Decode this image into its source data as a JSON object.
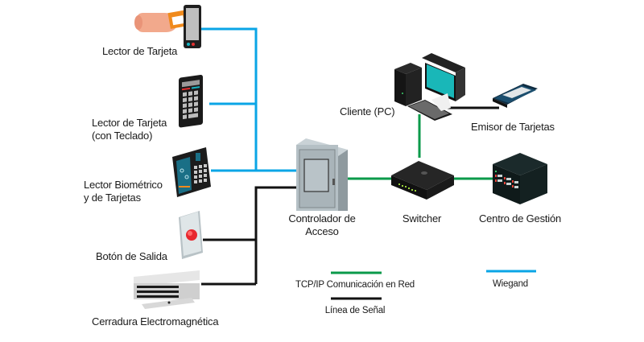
{
  "colors": {
    "wiegand": "#0aa5e6",
    "tcpip": "#0a9a4a",
    "signal": "#111111"
  },
  "devices": {
    "card_reader": {
      "label": "Lector de Tarjeta",
      "icon": "card-reader-icon"
    },
    "keypad_reader": {
      "label_line1": "Lector de Tarjeta",
      "label_line2": "(con Teclado)",
      "icon": "keypad-reader-icon"
    },
    "biometric_reader": {
      "label_line1": "Lector Biométrico",
      "label_line2": "y de Tarjetas",
      "icon": "biometric-reader-icon"
    },
    "exit_button": {
      "label": "Botón de Salida",
      "icon": "exit-button-icon"
    },
    "mag_lock": {
      "label": "Cerradura Electromagnética",
      "icon": "electromagnetic-lock-icon"
    },
    "controller": {
      "label_line1": "Controlador de",
      "label_line2": "Acceso",
      "icon": "access-controller-icon"
    },
    "switch": {
      "label": "Switcher",
      "icon": "network-switch-icon"
    },
    "client_pc": {
      "label": "Cliente (PC)",
      "icon": "desktop-pc-icon"
    },
    "card_issuer": {
      "label": "Emisor de Tarjetas",
      "icon": "card-issuer-icon"
    },
    "management_center": {
      "label": "Centro de Gestión",
      "icon": "server-icon"
    }
  },
  "legend": {
    "tcpip": "TCP/IP Comunicación en Red",
    "signal": "Línea de Señal",
    "wiegand": "Wiegand"
  }
}
